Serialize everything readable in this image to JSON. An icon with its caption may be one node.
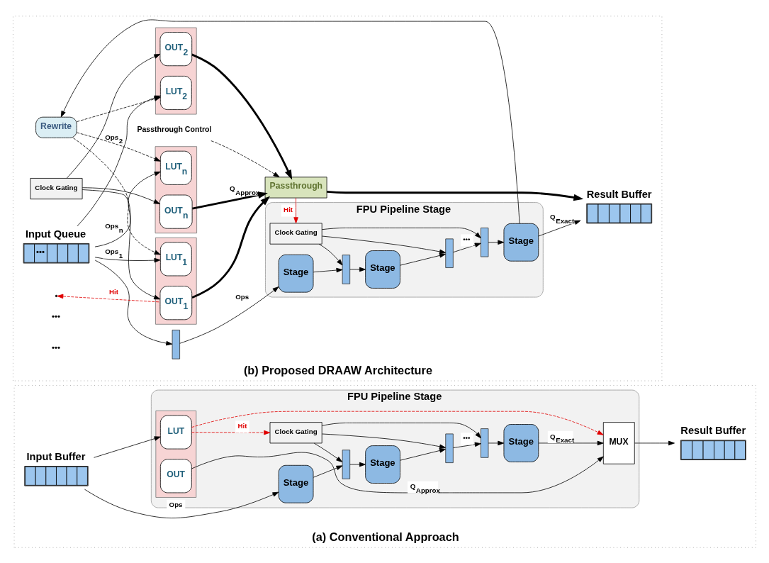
{
  "diagram": {
    "nodes": [
      {
        "text": [
          "(a) Conventional Approach"
        ]
      },
      {
        "text": [
          "Input Buffer"
        ],
        "in": 0
      },
      {
        "text": [
          "FPU Pipeline Stage"
        ],
        "in": 0
      },
      {
        "text": [
          "Stage"
        ],
        "in": 2
      },
      {
        "text": [],
        "shape": "box",
        "in": 2
      },
      {
        "text": [
          "Stage"
        ],
        "in": 2
      },
      {
        "text": [],
        "shape": "box",
        "in": 2
      },
      {
        "text": [],
        "shape": "box",
        "in": 2
      },
      {
        "text": [
          "Stage"
        ],
        "in": 2
      },
      {
        "text": [
          "Clock Gating"
        ],
        "in": 2
      },
      {
        "text": [],
        "shape": "box",
        "in": 2
      },
      {
        "text": [
          "LUT"
        ],
        "in": 10
      },
      {
        "text": [
          "OUT"
        ],
        "in": 10
      },
      {
        "text": [
          "MUX"
        ],
        "in": 2
      },
      {
        "text": [
          "Result Buffer"
        ],
        "in": 0
      },
      {
        "text": [
          "(b) Proposed DRAAW Architecture"
        ]
      },
      {
        "text": [
          "Input Queue",
          "•••"
        ],
        "in": 15
      },
      {
        "text": [],
        "shape": "box",
        "in": 15
      },
      {
        "text": [
          "FPU Pipeline Stage"
        ],
        "in": 15
      },
      {
        "text": [
          "Stage"
        ],
        "in": 18
      },
      {
        "text": [],
        "shape": "box",
        "in": 18
      },
      {
        "text": [
          "Stage"
        ],
        "in": 18
      },
      {
        "text": [],
        "shape": "box",
        "in": 18
      },
      {
        "text": [],
        "shape": "box",
        "in": 18
      },
      {
        "text": [
          "Stage"
        ],
        "in": 18
      },
      {
        "text": [
          "Clock Gating"
        ],
        "in": 18
      },
      {
        "text": [
          "Result Buffer"
        ],
        "in": 15
      },
      {
        "text": [],
        "shape": "box",
        "in": 15
      },
      {
        "text": [
          "LUT$_{n}$"
        ],
        "in": 27
      },
      {
        "text": [
          "OUT$_{n}$"
        ],
        "in": 27
      },
      {
        "text": [],
        "shape": "box",
        "in": 15
      },
      {
        "text": [
          "LUT$_{2}$"
        ],
        "in": 30
      },
      {
        "text": [
          "OUT$_{2}$"
        ],
        "in": 30
      },
      {
        "text": [],
        "shape": "box",
        "in": 15
      },
      {
        "text": [
          "LUT$_{1}$"
        ],
        "in": 33
      },
      {
        "text": [
          "OUT$_{1}$"
        ],
        "in": 33
      },
      {
        "text": [
          "Clock Gating"
        ],
        "in": 15
      },
      {
        "text": [
          "Passthrough"
        ],
        "in": 15
      },
      {
        "text": [
          "Rewrite"
        ],
        "in": 15
      },
      {
        "text": [
          "Passthrough Control"
        ],
        "in": 15
      }
    ],
    "edges": [
      {
        "from": 1,
        "to": 3,
        "arrow": "to",
        "label": "Ops"
      },
      {
        "from": 1,
        "to": 11,
        "arrow": "to"
      },
      {
        "from": 3,
        "to": 4,
        "arrow": "to"
      },
      {
        "from": 4,
        "to": 5,
        "arrow": "to"
      },
      {
        "from": 5,
        "to": 6,
        "arrow": "to"
      },
      {
        "from": 6,
        "to": 7,
        "arrow": "to",
        "label": "•••"
      },
      {
        "from": 7,
        "to": 8,
        "arrow": "to"
      },
      {
        "from": 9,
        "to": 4,
        "arrow": "to"
      },
      {
        "from": 9,
        "to": 6,
        "arrow": "to"
      },
      {
        "from": 9,
        "to": 7,
        "arrow": "to"
      },
      {
        "from": 8,
        "to": 13,
        "arrow": "to",
        "label": "Q$_{Exact}$"
      },
      {
        "from": 12,
        "to": 13,
        "arrow": "to",
        "label": "Q$_{Approx}$"
      },
      {
        "from": 11,
        "to": 9,
        "arrow": "to",
        "label": "Hit",
        "style": "dashed",
        "color": "#e00000"
      },
      {
        "from": 11,
        "to": 13,
        "arrow": "to",
        "style": "dashed",
        "color": "#e00000"
      },
      {
        "from": 13,
        "to": 14,
        "arrow": "to"
      },
      {
        "from": 16,
        "to": 17,
        "arrow": "to"
      },
      {
        "from": 17,
        "to": 19,
        "arrow": "to",
        "label": "Ops"
      },
      {
        "from": 19,
        "to": 20,
        "arrow": "to"
      },
      {
        "from": 20,
        "to": 21,
        "arrow": "to"
      },
      {
        "from": 21,
        "to": 22,
        "arrow": "to"
      },
      {
        "from": 22,
        "to": 23,
        "arrow": "to",
        "label": "•••"
      },
      {
        "from": 23,
        "to": 24,
        "arrow": "to"
      },
      {
        "from": 25,
        "to": 20,
        "arrow": "to"
      },
      {
        "from": 25,
        "to": 22,
        "arrow": "to"
      },
      {
        "from": 25,
        "to": 23,
        "arrow": "to"
      },
      {
        "from": 24,
        "to": 26,
        "arrow": "to",
        "label": "Q$_{Exact}$"
      },
      {
        "from": 24,
        "to": 38,
        "arrow": "to"
      },
      {
        "from": 16,
        "to": 28,
        "arrow": "to",
        "label": "Ops$_{n}$"
      },
      {
        "from": 16,
        "to": 31,
        "arrow": "to",
        "label": "Ops$_{2}$"
      },
      {
        "from": 16,
        "to": 34,
        "arrow": "to",
        "label": "Ops$_{1}$"
      },
      {
        "from": 29,
        "to": 37,
        "arrow": "to",
        "label": "Q$_{Approx}$",
        "style": "thick"
      },
      {
        "from": 32,
        "to": 37,
        "arrow": "to",
        "style": "thick"
      },
      {
        "from": 35,
        "to": 37,
        "arrow": "to",
        "style": "thick"
      },
      {
        "from": 35,
        "to": null,
        "arrow": "to",
        "label": "Hit",
        "style": "dashed",
        "color": "#e00000"
      },
      {
        "from": 37,
        "to": 25,
        "arrow": "to",
        "label": "Hit",
        "color": "#e00000"
      },
      {
        "from": 37,
        "to": 26,
        "arrow": "to",
        "style": "thick"
      },
      {
        "from": 38,
        "to": 28,
        "arrow": "to",
        "style": "dashed"
      },
      {
        "from": 38,
        "to": 31,
        "arrow": "to",
        "style": "dashed"
      },
      {
        "from": 38,
        "to": 34,
        "arrow": "to",
        "style": "dashed"
      },
      {
        "from": 36,
        "to": 29,
        "arrow": "to"
      },
      {
        "from": 36,
        "to": 32,
        "arrow": "to"
      },
      {
        "from": 36,
        "to": 35,
        "arrow": "to"
      },
      {
        "from": 39,
        "to": 37,
        "arrow": "to",
        "style": "dashed"
      }
    ],
    "labels": [
      "•••",
      "•••"
    ]
  }
}
